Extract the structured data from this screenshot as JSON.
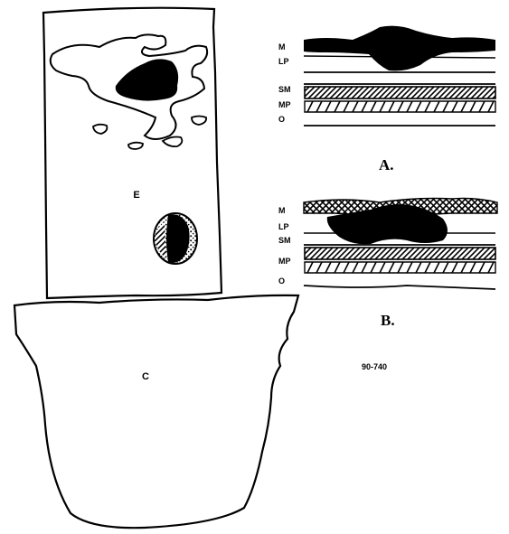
{
  "figure": {
    "region_labels": {
      "esophagus": "E",
      "stomach": "C"
    },
    "layer_labels": [
      "M",
      "LP",
      "SM",
      "MP",
      "O"
    ],
    "panel_captions": {
      "a": "A.",
      "b": "B."
    },
    "figure_code": "90-740"
  }
}
